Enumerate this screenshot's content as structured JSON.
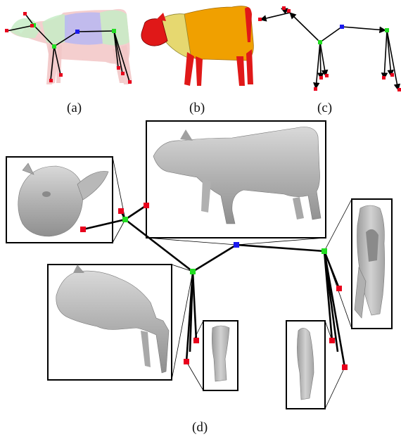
{
  "panels": {
    "a": {
      "label": "(a)"
    },
    "b": {
      "label": "(b)"
    },
    "c": {
      "label": "(c)"
    },
    "d": {
      "label": "(d)"
    }
  },
  "colors": {
    "skeleton_line": "#000000",
    "endpoint_node": "#e8001c",
    "junction_node": "#22dd22",
    "root_node": "#1a1aee",
    "segment_body": "#f0a000",
    "segment_neck": "#e6d870",
    "segment_limbs": "#e01818",
    "mesh_shade": "#b4b4b4",
    "seg_overlay_pink": "#f2c6c6",
    "seg_overlay_green": "#c6ecc6",
    "seg_overlay_blue": "#b7b7f2"
  },
  "icons": {
    "skeleton_node": "square-marker-icon",
    "arrow_head": "arrowhead-icon"
  }
}
